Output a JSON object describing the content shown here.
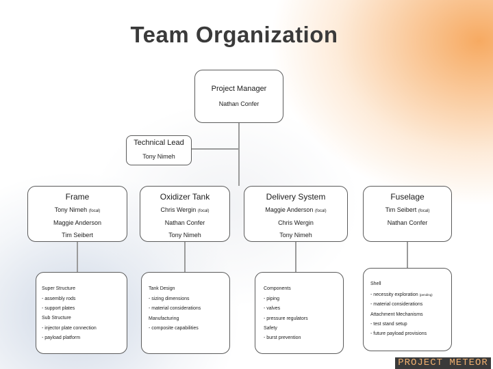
{
  "title": "Team Organization",
  "project_manager": {
    "role": "Project Manager",
    "name": "Nathan Confer"
  },
  "technical_lead": {
    "role": "Technical Lead",
    "name": "Tony Nimeh"
  },
  "columns": [
    {
      "title": "Frame",
      "members": [
        "Tony Nimeh",
        "Maggie Anderson",
        "Tim Seibert"
      ],
      "focal_tag": "(focal)"
    },
    {
      "title": "Oxidizer Tank",
      "members": [
        "Chris Wergin",
        "Nathan Confer",
        "Tony Nimeh"
      ],
      "focal_tag": "(focal)"
    },
    {
      "title": "Delivery System",
      "members": [
        "Maggie Anderson",
        "Chris Wergin",
        "Tony Nimeh"
      ],
      "focal_tag": "(focal)"
    },
    {
      "title": "Fuselage",
      "members": [
        "Tim Seibert",
        "Nathan Confer"
      ],
      "focal_tag": "(focal)"
    }
  ],
  "details": [
    [
      "Super Structure",
      "- assembly rods",
      "- support plates",
      "Sub Structure",
      "- injector plate connection",
      "- payload platform"
    ],
    [
      "Tank Design",
      "- sizing dimensions",
      "- material considerations",
      "Manufacturing",
      "- composite capabilities"
    ],
    [
      "Components",
      "- piping",
      "- valves",
      "- pressure regulators",
      "Safety",
      "- burst prevention"
    ],
    [
      "Shell",
      "- necessity exploration",
      "- material considerations",
      "Attachment Mechanisms",
      "- test stand setup",
      "- future payload provisions"
    ]
  ],
  "detail_note": "(pending)",
  "logo": "PROJECT METEOR",
  "colors": {
    "title": "#3a3a3a",
    "border": "#5a5a5a",
    "connector": "#9a9a9a",
    "accent": "#f5a050"
  }
}
